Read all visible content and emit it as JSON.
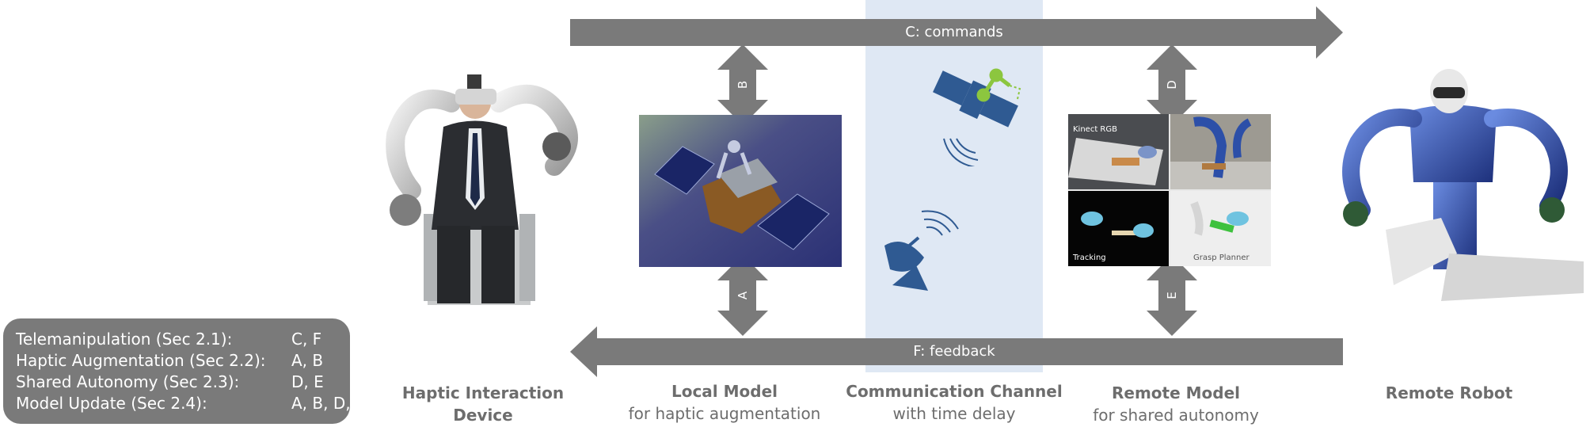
{
  "arrows": {
    "commands_label": "C: commands",
    "feedback_label": "F: feedback",
    "a_label": "A",
    "b_label": "B",
    "d_label": "D",
    "e_label": "E"
  },
  "legend": {
    "rows": [
      {
        "label": "Telemanipulation (Sec 2.1):",
        "value": "C, F"
      },
      {
        "label": "Haptic Augmentation (Sec 2.2):",
        "value": "A, B"
      },
      {
        "label": "Shared Autonomy (Sec 2.3):",
        "value": "D, E"
      },
      {
        "label": "Model Update (Sec 2.4):",
        "value": "A, B, D, E"
      }
    ]
  },
  "columns": {
    "haptic": {
      "title_line1": "Haptic Interaction",
      "title_line2": "Device"
    },
    "local": {
      "title": "Local Model",
      "subtitle": "for haptic augmentation"
    },
    "channel": {
      "title": "Communication Channel",
      "subtitle": "with time delay"
    },
    "remote_model": {
      "title": "Remote Model",
      "subtitle": "for shared autonomy"
    },
    "robot": {
      "title": "Remote Robot"
    }
  },
  "remote_model_panels": {
    "kinect": "Kinect RGB",
    "tracking": "Tracking",
    "grasp": "Grasp Planner"
  },
  "colors": {
    "arrow": "#7a7a7a",
    "channel_band": "#dfe8f4",
    "icon_blue": "#2f5a92",
    "icon_green": "#8cc63f"
  }
}
